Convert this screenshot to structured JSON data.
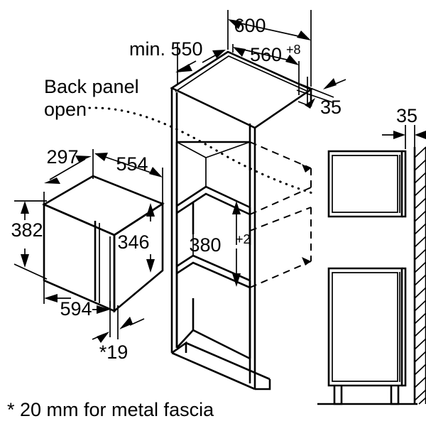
{
  "diagram": {
    "title": "Built-in microwave oven niche installation dimensions",
    "units": "mm",
    "line_color": "#000000",
    "background_color": "#ffffff",
    "callouts": {
      "back_panel_line1": "Back panel",
      "back_panel_line2": "open"
    },
    "footnote": "* 20 mm for metal fascia",
    "dimensions": {
      "niche_depth_min": "min. 550",
      "cabinet_width_outer": "600",
      "niche_width": "560",
      "niche_width_tol": "+8",
      "top_offset": "35",
      "wall_gap": "35",
      "niche_height": "380",
      "niche_height_tol": "+2",
      "appliance_depth_top": "297",
      "appliance_top_width": "554",
      "appliance_height_left": "382",
      "appliance_height_right": "346",
      "appliance_width_front": "594",
      "fascia_thickness": "*19"
    }
  }
}
